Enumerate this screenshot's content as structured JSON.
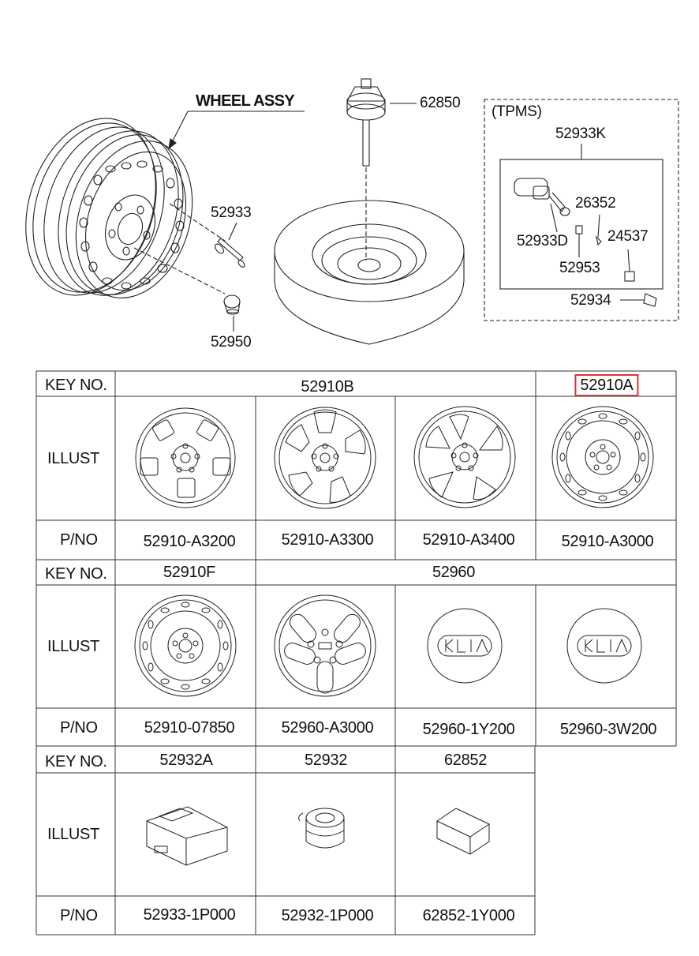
{
  "diagram": {
    "title": "WHEEL ASSY",
    "callouts": {
      "p62850": "62850",
      "tpms": "(TPMS)",
      "p52933K": "52933K",
      "p26352": "26352",
      "p52933D": "52933D",
      "p24537": "24537",
      "p52953": "52953",
      "p52934": "52934",
      "p52933": "52933",
      "p52950": "52950"
    }
  },
  "table": {
    "key_label": "KEY NO.",
    "illust_label": "ILLUST",
    "pno_label": "P/NO",
    "sections": [
      {
        "keys": [
          "52910B",
          "52910A"
        ],
        "parts": [
          "52910-A3200",
          "52910-A3300",
          "52910-A3400",
          "52910-A3000"
        ],
        "highlighted_key": "52910A"
      },
      {
        "keys": [
          "52910F",
          "52960"
        ],
        "parts": [
          "52910-07850",
          "52960-A3000",
          "52960-1Y200",
          "52960-3W200"
        ]
      },
      {
        "keys": [
          "52932A",
          "52932",
          "62852"
        ],
        "parts": [
          "52933-1P000",
          "52932-1P000",
          "62852-1Y000"
        ]
      }
    ]
  },
  "colors": {
    "line": "#222222",
    "highlight": "#e53030"
  }
}
